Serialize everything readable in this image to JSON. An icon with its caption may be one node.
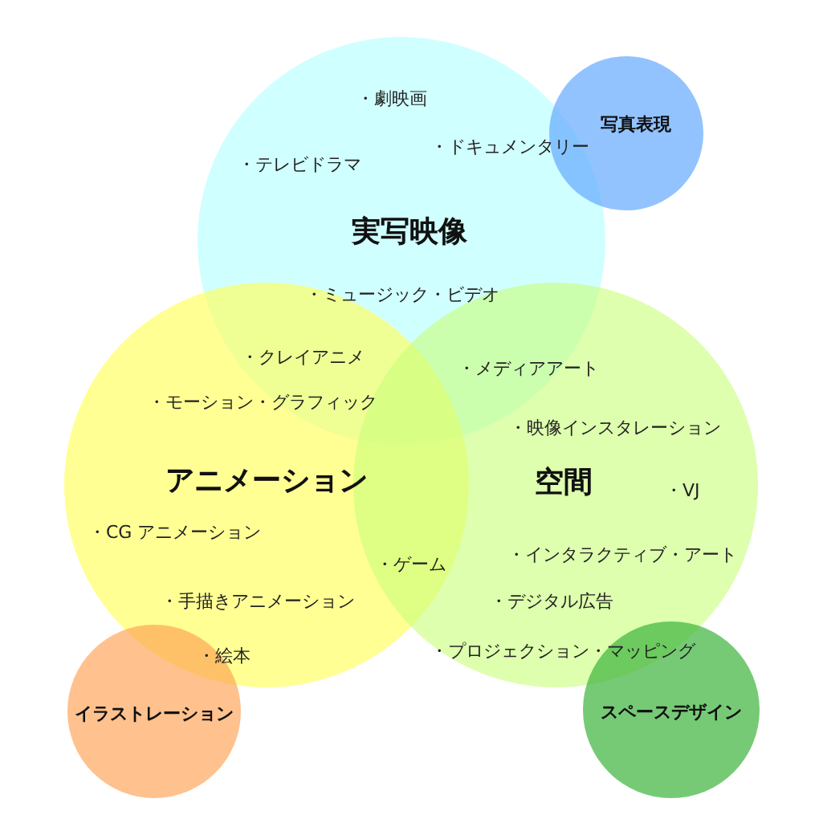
{
  "diagram": {
    "nodes": [
      {
        "text": [
          "実写映像"
        ]
      },
      {
        "text": [
          "アニメーション"
        ]
      },
      {
        "text": [
          "空間"
        ]
      },
      {
        "text": [
          "写真表現"
        ]
      },
      {
        "text": [
          "イラストレーション"
        ]
      },
      {
        "text": [
          "スペースデザイン"
        ]
      }
    ],
    "labels": [
      "・劇映画",
      "・ドキュメンタリー",
      "・テレビドラマ",
      "・ミュージック・ビデオ",
      "・クレイアニメ",
      "・メディアアート",
      "・モーション・グラフィック",
      "・映像インスタレーション",
      "・VJ",
      "・CG アニメーション",
      "・インタラクティブ・アート",
      "・ゲーム",
      "・手描きアニメーション",
      "・デジタル広告",
      "・プロジェクション・マッピング",
      "・絵本"
    ]
  }
}
